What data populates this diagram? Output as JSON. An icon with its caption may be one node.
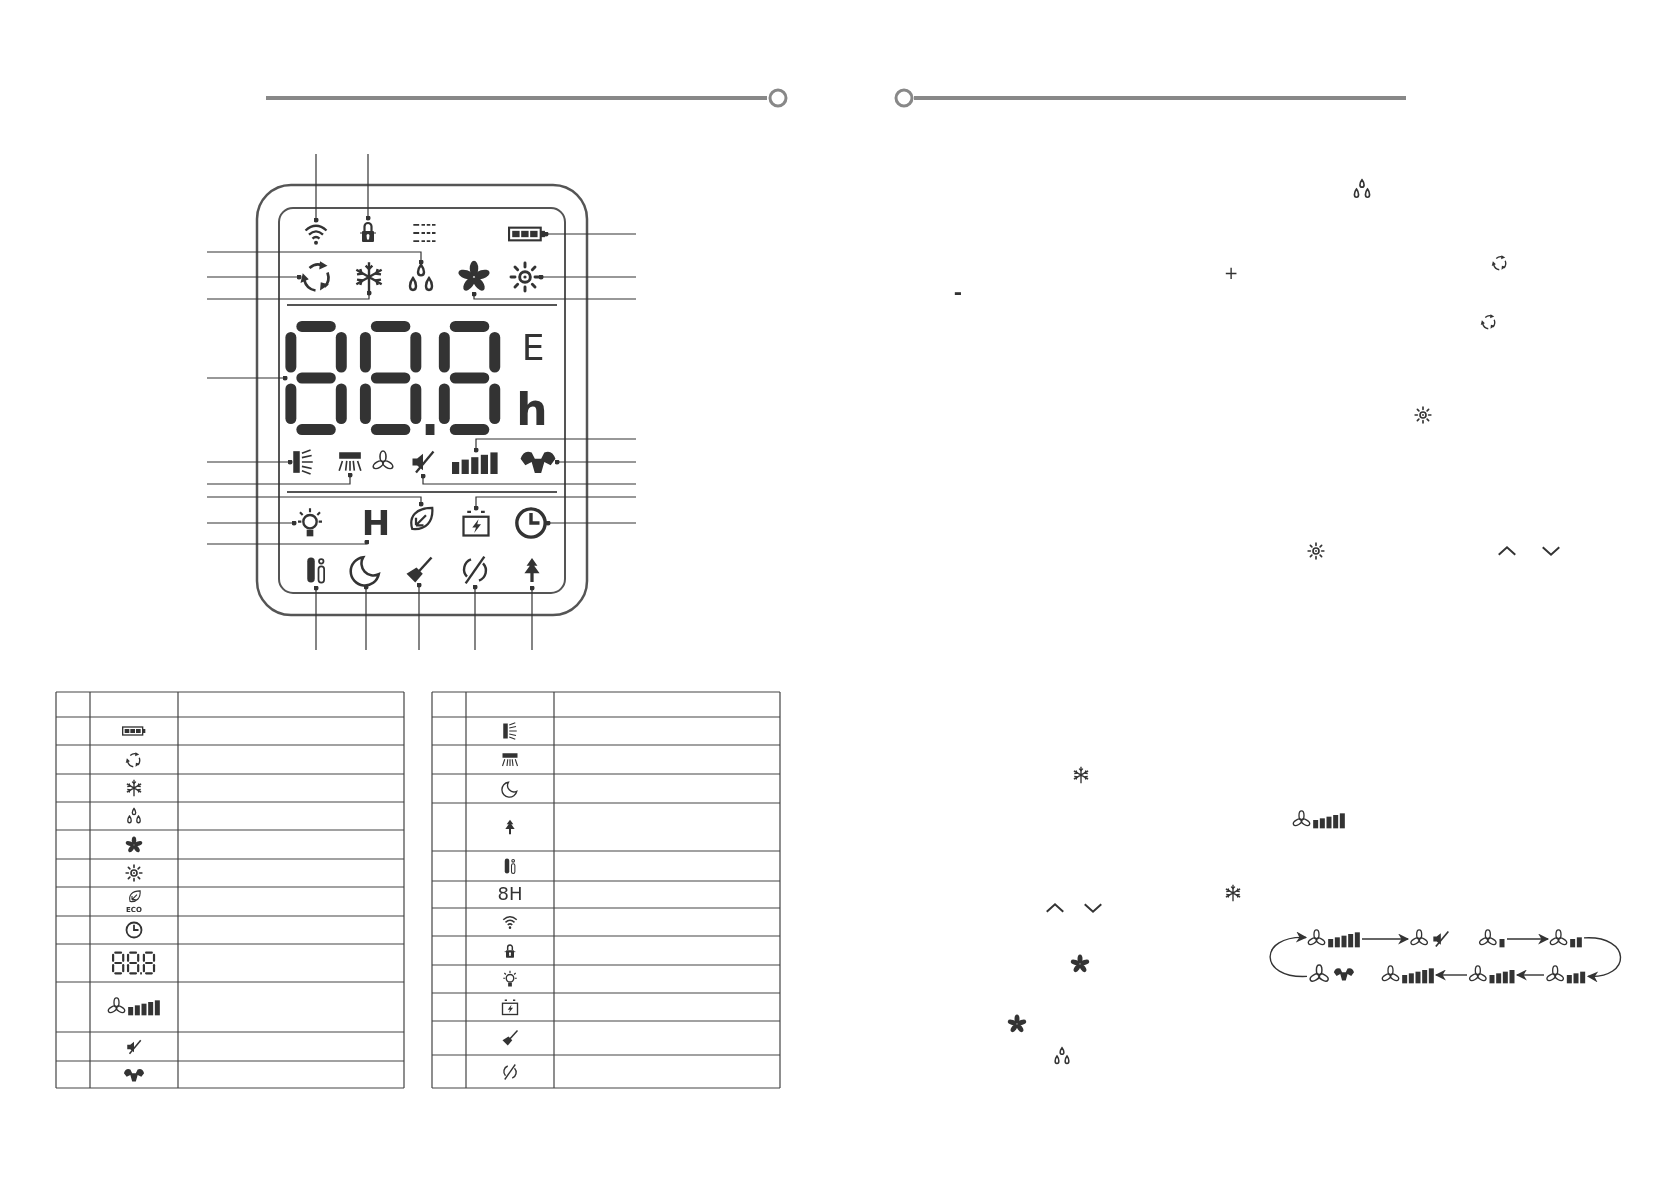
{
  "diagram": {
    "nodes": [
      {
        "text": [],
        "shape": "picture"
      },
      {
        "text": [],
        "shape": "picture"
      },
      {
        "text": [],
        "shape": "picture"
      },
      {
        "text": [],
        "shape": "picture"
      },
      {
        "text": [],
        "shape": "picture"
      },
      {
        "text": [],
        "shape": "picture"
      },
      {
        "text": [],
        "shape": "picture"
      },
      {
        "text": [],
        "shape": "picture"
      },
      {
        "text": [],
        "shape": "picture"
      },
      {
        "text": [],
        "shape": "picture"
      },
      {
        "text": [],
        "shape": "picture"
      },
      {
        "text": [],
        "shape": "picture"
      },
      {
        "text": [],
        "shape": "picture"
      },
      {
        "text": [],
        "shape": "picture"
      },
      {
        "text": [],
        "shape": "picture"
      },
      {
        "text": [],
        "shape": "picture"
      },
      {
        "text": [],
        "shape": "picture"
      },
      {
        "text": [],
        "shape": "picture"
      },
      {
        "text": [
          "H"
        ]
      },
      {
        "text": [],
        "shape": "picture"
      },
      {
        "text": [],
        "shape": "picture"
      },
      {
        "text": [],
        "shape": "picture"
      },
      {
        "text": [],
        "shape": "picture"
      },
      {
        "text": [],
        "shape": "picture"
      },
      {
        "text": [],
        "shape": "picture"
      },
      {
        "text": [],
        "shape": "picture"
      },
      {
        "text": [],
        "shape": "picture"
      },
      {
        "text": [],
        "shape": "picture"
      },
      {
        "text": [],
        "shape": "picture"
      },
      {
        "text": [],
        "shape": "picture"
      },
      {
        "text": [],
        "shape": "picture"
      },
      {
        "text": [],
        "shape": "picture"
      }
    ],
    "edges": [
      {
        "from": null,
        "to": 0,
        "arrow": "other"
      },
      {
        "from": null,
        "to": 1,
        "arrow": "other"
      },
      {
        "from": null,
        "to": 2,
        "arrow": "other"
      },
      {
        "from": null,
        "to": 3,
        "arrow": "other"
      },
      {
        "from": null,
        "to": 4,
        "arrow": "other"
      },
      {
        "from": null,
        "to": 5,
        "arrow": "other"
      },
      {
        "from": null,
        "to": 6,
        "arrow": "other"
      },
      {
        "from": null,
        "to": 7,
        "arrow": "other"
      },
      {
        "from": null,
        "to": 8,
        "arrow": "other"
      },
      {
        "from": null,
        "to": 9,
        "arrow": "other"
      },
      {
        "from": null,
        "to": 10,
        "arrow": "other"
      },
      {
        "from": null,
        "to": 11,
        "arrow": "other"
      },
      {
        "from": null,
        "to": 12,
        "arrow": "other"
      },
      {
        "from": null,
        "to": 13,
        "arrow": "other"
      },
      {
        "from": null,
        "to": 14,
        "arrow": "other"
      },
      {
        "from": null,
        "to": 15,
        "arrow": "other"
      },
      {
        "from": null,
        "to": 16,
        "arrow": "other"
      },
      {
        "from": null,
        "to": 17,
        "arrow": "other"
      },
      {
        "from": null,
        "to": 18,
        "arrow": "other"
      },
      {
        "from": null,
        "to": 19,
        "arrow": "other"
      },
      {
        "from": null,
        "to": 20,
        "arrow": "other"
      },
      {
        "from": null,
        "to": 21,
        "arrow": "other"
      },
      {
        "from": null,
        "to": 22,
        "arrow": "other"
      },
      {
        "from": null,
        "to": 23,
        "arrow": "other"
      },
      {
        "from": 24,
        "to": 25,
        "arrow": "to"
      },
      {
        "from": 26,
        "to": 27,
        "arrow": "to"
      },
      {
        "from": 27,
        "to": 31,
        "arrow": "to"
      },
      {
        "from": 31,
        "to": 30,
        "arrow": "to"
      },
      {
        "from": 30,
        "to": 29,
        "arrow": "to"
      },
      {
        "from": 28,
        "to": 24,
        "arrow": "to"
      }
    ],
    "labels": [
      "E",
      "h",
      "ECO",
      "8H",
      "+",
      "-"
    ]
  }
}
